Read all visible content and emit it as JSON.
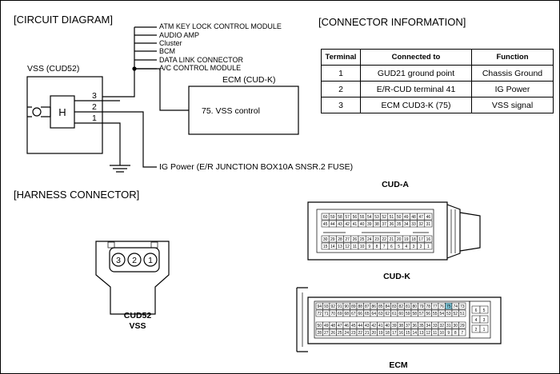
{
  "circuit": {
    "heading": "[CIRCUIT DIAGRAM]",
    "module_list": [
      "ATM KEY LOCK CONTROL MODULE",
      "AUDIO AMP",
      "Cluster",
      "BCM",
      "DATA LINK CONNECTOR",
      "A/C CONTROL MODULE"
    ],
    "sensor_label": "VSS (CUD52)",
    "sensor_symbol": "H",
    "pins": [
      "3",
      "2",
      "1"
    ],
    "ecm_label": "ECM (CUD-K)",
    "ecm_function": "75. VSS control",
    "ig_power": "IG Power (E/R JUNCTION BOX10A SNSR.2 FUSE)"
  },
  "connector_info": {
    "heading": "[CONNECTOR INFORMATION]",
    "columns": [
      "Terminal",
      "Connected to",
      "Function"
    ],
    "rows": [
      [
        "1",
        "GUD21 ground point",
        "Chassis Ground"
      ],
      [
        "2",
        "E/R-CUD terminal 41",
        "IG Power"
      ],
      [
        "3",
        "ECM CUD3-K (75)",
        "VSS signal"
      ]
    ]
  },
  "harness": {
    "heading": "[HARNESS CONNECTOR]",
    "vss_pins": [
      "3",
      "2",
      "1"
    ],
    "vss_label_1": "CUD52",
    "vss_label_2": "VSS",
    "cud_a_label": "CUD-A",
    "cud_k_label": "CUD-K",
    "ecm_label": "ECM",
    "cud_a_row1": [
      "60",
      "59",
      "58",
      "57",
      "56",
      "55",
      "54",
      "53",
      "52",
      "51",
      "50",
      "49",
      "48",
      "47",
      "46"
    ],
    "cud_a_row2": [
      "45",
      "44",
      "43",
      "42",
      "41",
      "40",
      "39",
      "38",
      "37",
      "36",
      "35",
      "34",
      "33",
      "32",
      "31"
    ],
    "cud_a_row3": [
      "30",
      "29",
      "28",
      "27",
      "26",
      "25",
      "24",
      "23",
      "22",
      "21",
      "20",
      "19",
      "18",
      "17",
      "16"
    ],
    "cud_a_row4": [
      "15",
      "14",
      "13",
      "12",
      "11",
      "10",
      "9",
      "8",
      "7",
      "6",
      "5",
      "4",
      "3",
      "2",
      "1"
    ],
    "cud_k_row1": [
      "94",
      "93",
      "92",
      "91",
      "90",
      "89",
      "88",
      "87",
      "86",
      "85",
      "84",
      "83",
      "82",
      "81",
      "80",
      "79",
      "78",
      "77",
      "76",
      "75",
      "74",
      "73"
    ],
    "cud_k_row2": [
      "72",
      "71",
      "70",
      "69",
      "68",
      "67",
      "66",
      "65",
      "64",
      "63",
      "62",
      "61",
      "60",
      "59",
      "58",
      "57",
      "56",
      "55",
      "54",
      "53",
      "52",
      "51"
    ],
    "cud_k_row3": [
      "50",
      "49",
      "48",
      "47",
      "46",
      "45",
      "44",
      "43",
      "42",
      "41",
      "40",
      "39",
      "38",
      "37",
      "36",
      "35",
      "34",
      "33",
      "32",
      "31",
      "30",
      "29"
    ],
    "cud_k_row4": [
      "28",
      "27",
      "26",
      "25",
      "24",
      "23",
      "22",
      "21",
      "20",
      "19",
      "18",
      "17",
      "16",
      "15",
      "14",
      "13",
      "12",
      "11",
      "10",
      "9",
      "8",
      "7"
    ],
    "cud_k_side": [
      "6",
      "5",
      "4",
      "3",
      "2",
      "1"
    ],
    "highlight_pin": "75",
    "highlight_color": "#7fc7d9"
  }
}
